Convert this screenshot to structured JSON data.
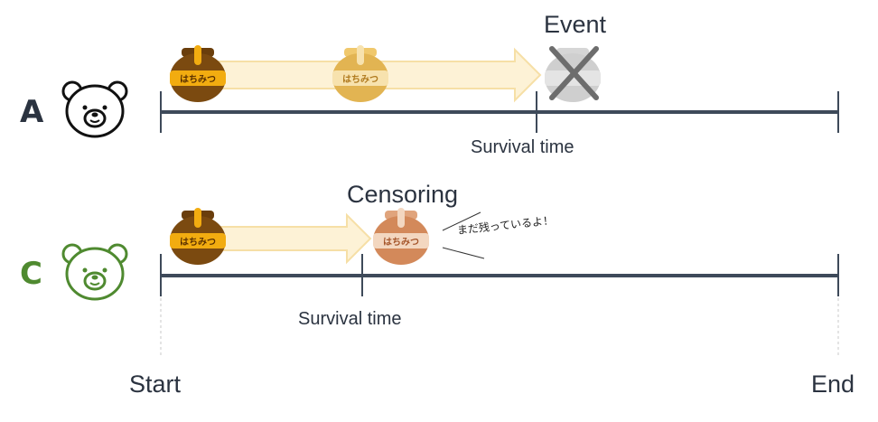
{
  "rows": [
    {
      "letter": "A",
      "letter_color": "#2b3340",
      "bear_color": "#111111",
      "end_label": "Event",
      "time_label": "Survival time",
      "end_state": "event"
    },
    {
      "letter": "C",
      "letter_color": "#4f8a30",
      "bear_color": "#4f8a30",
      "end_label": "Censoring",
      "time_label": "Survival time",
      "end_state": "censored",
      "speech": "まだ残っているよ！"
    }
  ],
  "pot_label": "はちみつ",
  "axis": {
    "start": "Start",
    "end": "End"
  },
  "colors": {
    "line": "#3e4a5a",
    "pot_full": "#7b4a10",
    "pot_half": "#e2b452",
    "pot_censored": "#d3895a",
    "arrow_fill": "#fdf2d6",
    "arrow_stroke": "#f6dfa6",
    "pot_band": "#f2ac10",
    "event_gray": "#c8c8c8"
  }
}
